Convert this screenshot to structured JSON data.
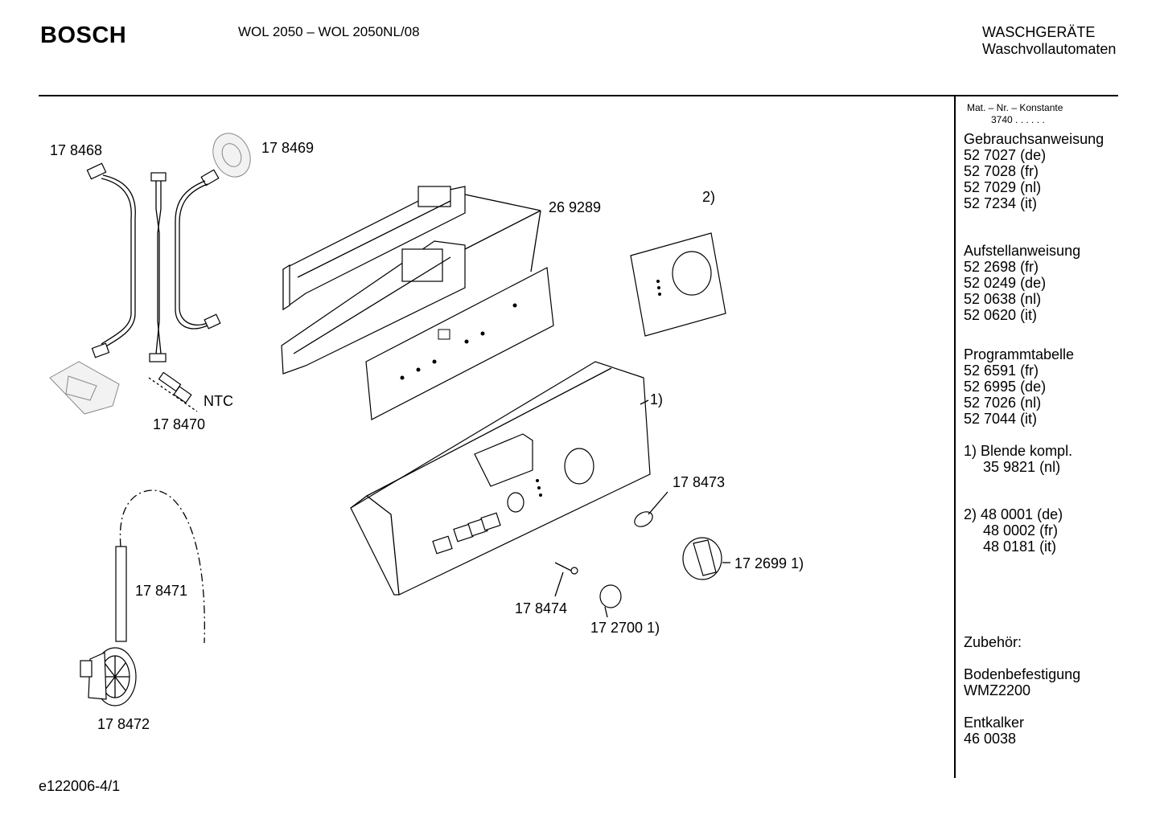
{
  "header": {
    "brand": "BOSCH",
    "model": "WOL 2050 – WOL 2050NL/08",
    "category": "WASCHGERÄTE",
    "subcategory": "Waschvollautomaten"
  },
  "sidebar": {
    "mat_header": "Mat. – Nr. – Konstante",
    "mat_value": "3740 .  .   .  .  .  .",
    "gebrauch_title": "Gebrauchsanweisung",
    "gebrauch": [
      "52 7027 (de)",
      "52 7028 (fr)",
      "52 7029 (nl)",
      "52 7234 (it)"
    ],
    "aufstell_title": "Aufstellanweisung",
    "aufstell": [
      "52 2698 (fr)",
      "52 0249 (de)",
      "52 0638 (nl)",
      "52 0620 (it)"
    ],
    "programm_title": "Programmtabelle",
    "programm": [
      "52 6591 (fr)",
      "52 6995 (de)",
      "52 7026 (nl)",
      "52 7044 (it)"
    ],
    "note1_title": "1) Blende kompl.",
    "note1_value": "35 9821 (nl)",
    "note2_items": [
      "2)  48 0001 (de)",
      "48 0002 (fr)",
      "48 0181 (it)"
    ],
    "zubehoer": "Zubehör:",
    "boden_title": "Bodenbefestigung",
    "boden_value": "WMZ2200",
    "entkalker_title": "Entkalker",
    "entkalker_value": "46 0038"
  },
  "callouts": {
    "p178468": "17 8468",
    "p178469": "17 8469",
    "p269289": "26 9289",
    "note2": "2)",
    "note1": "1)",
    "ntc": "NTC",
    "p178470": "17 8470",
    "p178473": "17 8473",
    "p172699": "17 2699 1)",
    "p178471": "17 8471",
    "p178474": "17 8474",
    "p172700": "17 2700 1)",
    "p178472": "17 8472"
  },
  "footer": {
    "code": "e122006-4/1"
  }
}
